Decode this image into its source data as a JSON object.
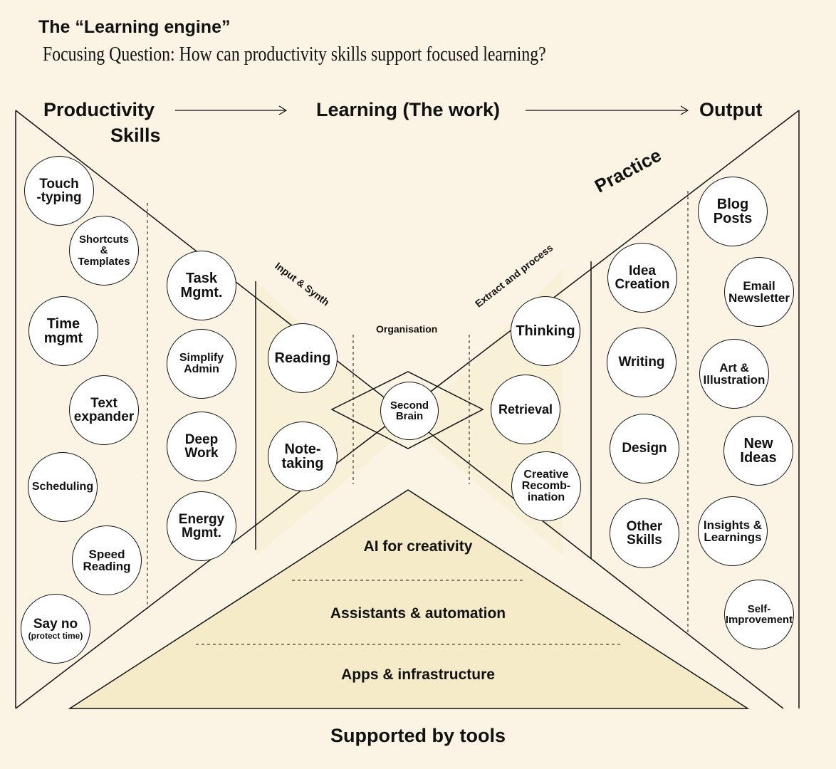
{
  "title": "The “Learning engine”",
  "subtitle": "Focusing Question: How can productivity skills support focused learning?",
  "headers": {
    "productivity_line1": "Productivity",
    "productivity_line2": "Skills",
    "learning": "Learning (The work)",
    "output": "Output"
  },
  "labels": {
    "practice": "Practice",
    "input_synth": "Input & Synth",
    "extract": "Extract and process",
    "organisation": "Organisation"
  },
  "productivity_skills": [
    "Touch\n-typing",
    "Shortcuts\n&\nTemplates",
    "Time\nmgmt",
    "Text\nexpander",
    "Scheduling",
    "Speed\nReading",
    "Say no"
  ],
  "say_no_note": "(protect time)",
  "management": [
    "Task\nMgmt.",
    "Simplify\nAdmin",
    "Deep\nWork",
    "Energy\nMgmt."
  ],
  "input": [
    "Reading",
    "Note-\ntaking"
  ],
  "center": "Second\nBrain",
  "process": [
    "Thinking",
    "Retrieval",
    "Creative\nRecomb-\nination"
  ],
  "practice_skills": [
    "Idea\nCreation",
    "Writing",
    "Design",
    "Other\nSkills"
  ],
  "outputs": [
    "Blog\nPosts",
    "Email\nNewsletter",
    "Art &\nIllustration",
    "New\nIdeas",
    "Insights &\nLearnings",
    "Self-\nImprovement"
  ],
  "tools": [
    "AI for creativity",
    "Assistants & automation",
    "Apps & infrastructure"
  ],
  "footer": "Supported by tools",
  "colors": {
    "background": "#fbf4e4",
    "fill": "#f6ebc9",
    "stroke": "#111111"
  }
}
